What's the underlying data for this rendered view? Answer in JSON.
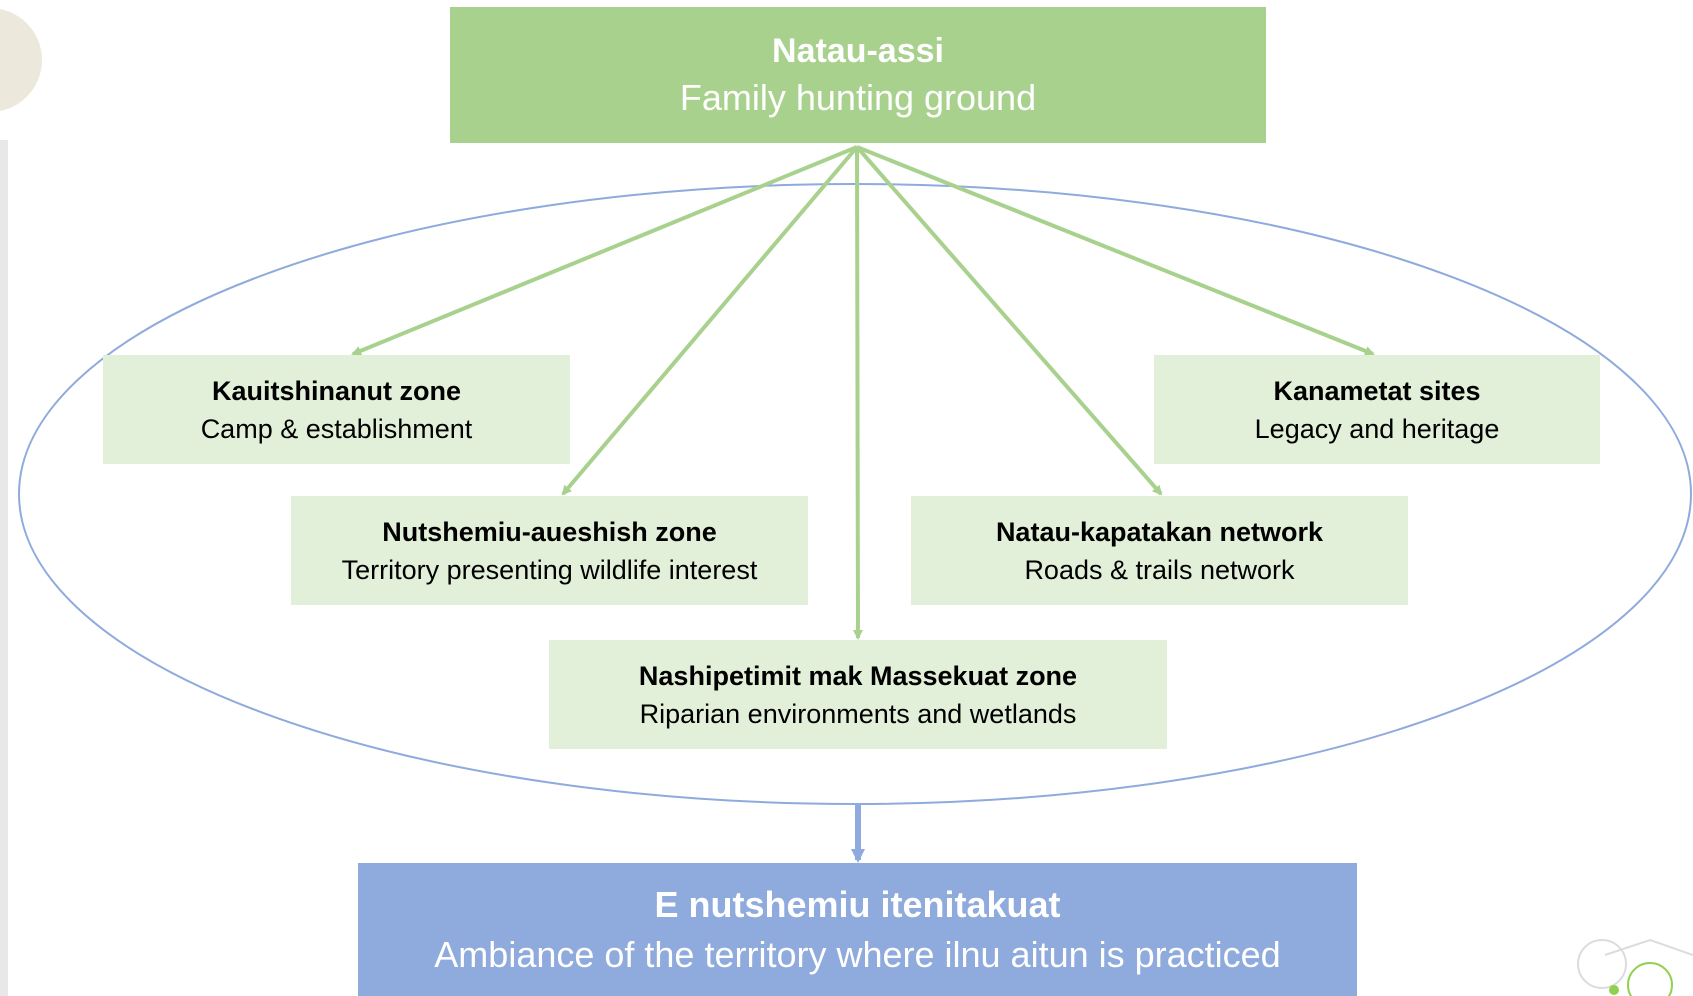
{
  "top": {
    "title": "Natau-assi",
    "subtitle": "Family hunting ground"
  },
  "zones": [
    {
      "title": "Kauitshinanut zone",
      "subtitle": "Camp & establishment"
    },
    {
      "title": "Kanametat sites",
      "subtitle": "Legacy and heritage"
    },
    {
      "title": "Nutshemiu-aueshish zone",
      "subtitle": "Territory presenting wildlife interest"
    },
    {
      "title": "Natau-kapatakan network",
      "subtitle": "Roads & trails network"
    },
    {
      "title": "Nashipetimit mak Massekuat zone",
      "subtitle": "Riparian environments and wetlands"
    }
  ],
  "bottom": {
    "title": "E nutshemiu itenitakuat",
    "subtitle": "Ambiance of the territory where ilnu aitun is practiced"
  },
  "colors": {
    "top_box": "#a9d18e",
    "zone_box": "#e2efd9",
    "bottom_box": "#8faadc",
    "arrow_green": "#a9d18e",
    "ellipse_blue": "#8faadc"
  }
}
